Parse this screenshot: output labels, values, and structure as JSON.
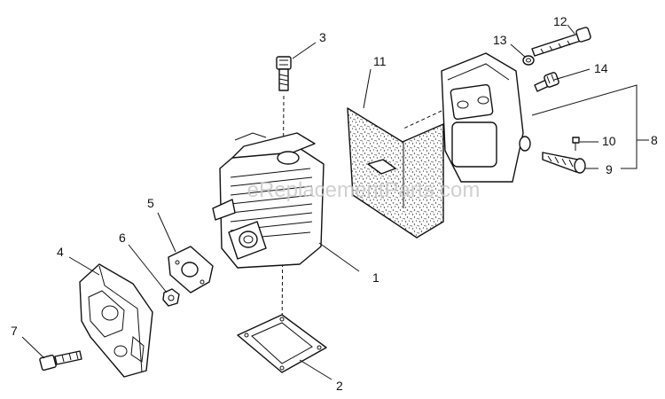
{
  "watermark": "eReplacementParts.com",
  "callouts": {
    "c1": "1",
    "c2": "2",
    "c3": "3",
    "c4": "4",
    "c5": "5",
    "c6": "6",
    "c7": "7",
    "c8": "8",
    "c9": "9",
    "c10": "10",
    "c11": "11",
    "c12": "12",
    "c13": "13",
    "c14": "14"
  },
  "parts": [
    {
      "callout": "1",
      "icon": "cylinder-icon"
    },
    {
      "callout": "2",
      "icon": "gasket-icon"
    },
    {
      "callout": "3",
      "icon": "bolt-icon"
    },
    {
      "callout": "4",
      "icon": "insulator-icon"
    },
    {
      "callout": "5",
      "icon": "gasket-icon"
    },
    {
      "callout": "6",
      "icon": "nut-icon"
    },
    {
      "callout": "7",
      "icon": "bolt-icon"
    },
    {
      "callout": "8",
      "icon": "muffler-assembly-icon"
    },
    {
      "callout": "9",
      "icon": "spark-arrestor-icon"
    },
    {
      "callout": "10",
      "icon": "screw-icon"
    },
    {
      "callout": "11",
      "icon": "muffler-gasket-icon"
    },
    {
      "callout": "12",
      "icon": "long-bolt-icon"
    },
    {
      "callout": "13",
      "icon": "washer-icon"
    },
    {
      "callout": "14",
      "icon": "bolt-icon"
    }
  ]
}
